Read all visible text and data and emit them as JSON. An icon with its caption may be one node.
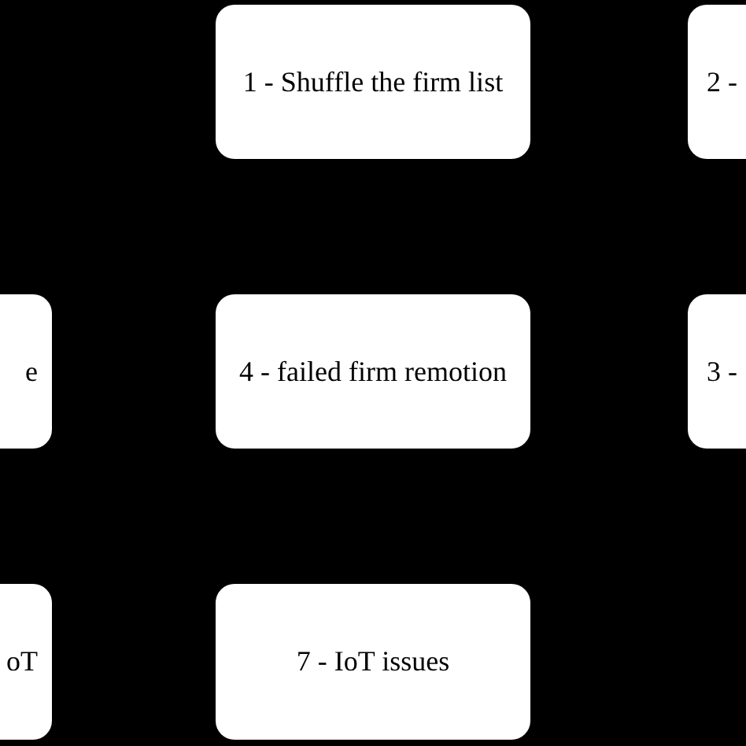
{
  "diagram": {
    "nodes": [
      {
        "text": [
          "1 - Shuffle the firm list"
        ]
      },
      {
        "text": [
          "2 -"
        ]
      },
      {
        "text": [
          "e"
        ]
      },
      {
        "text": [
          "4 - failed firm remotion"
        ]
      },
      {
        "text": [
          "3 -"
        ]
      },
      {
        "text": [
          "oT"
        ]
      },
      {
        "text": [
          "7 - IoT issues"
        ]
      }
    ]
  }
}
